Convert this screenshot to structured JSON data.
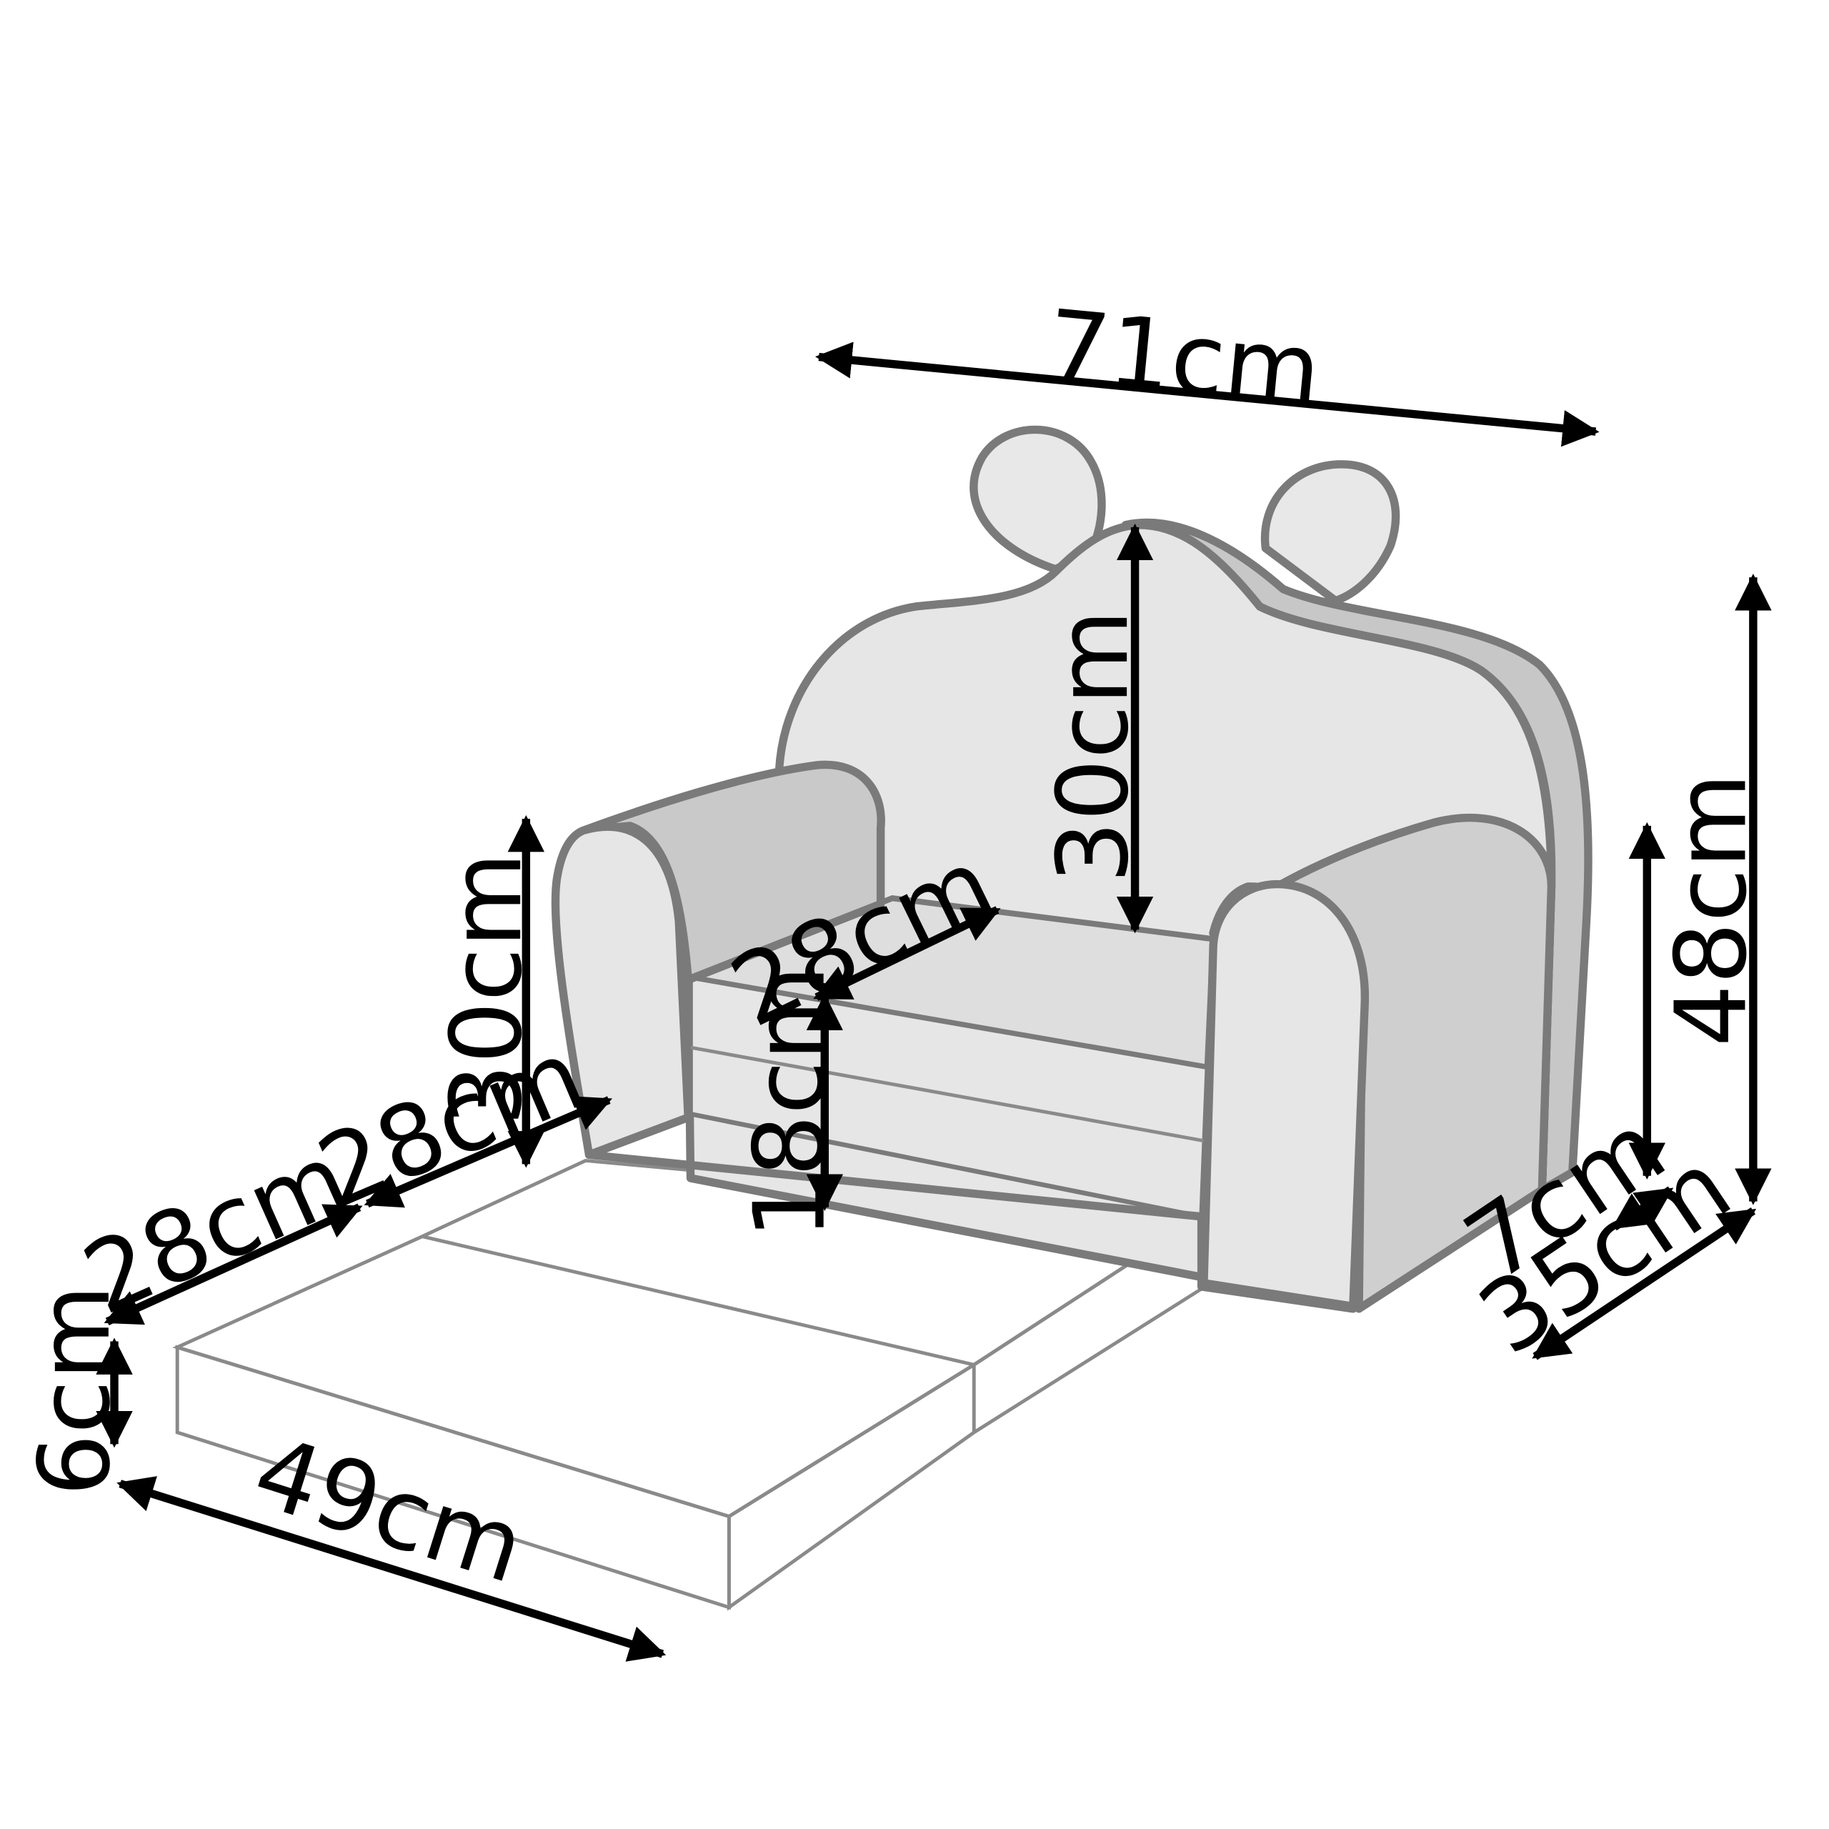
{
  "diagram": {
    "colors": {
      "background": "#ffffff",
      "fabric_light": "#e6e6e6",
      "fabric_mid": "#d0d0d0",
      "fabric_dark": "#c4c4c4",
      "outline": "#7a7a7a",
      "dimension_line": "#000000"
    },
    "labels": {
      "total_width": "71cm",
      "backrest_height": "30cm",
      "seat_depth": "28cm",
      "seat_height": "18cm",
      "armrest_height": "30cm",
      "mattress_section_1": "28cm",
      "mattress_section_2": "28cm",
      "mattress_thickness": "6cm",
      "mattress_width": "49cm",
      "total_height": "48cm",
      "armrest_width": "7cm",
      "armrest_depth": "35cm"
    }
  }
}
